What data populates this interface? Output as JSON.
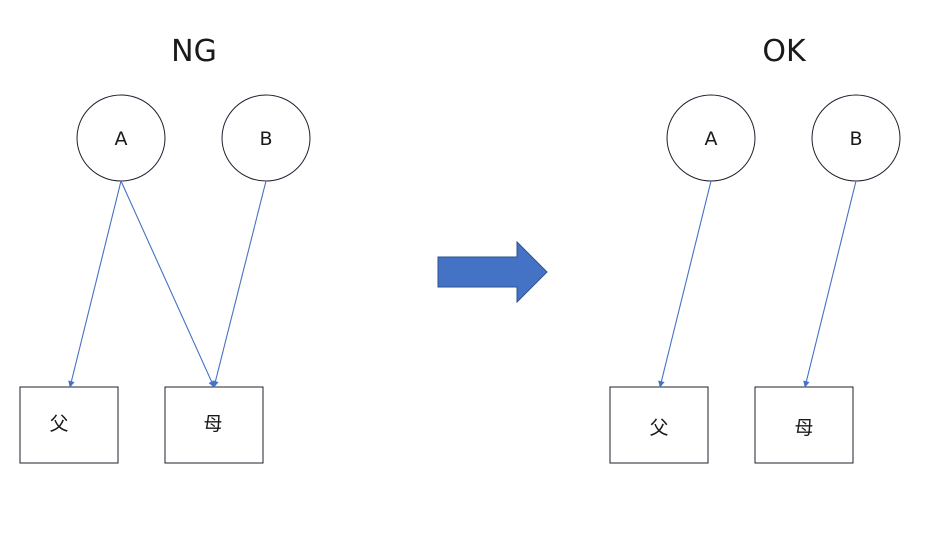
{
  "panels": {
    "left": {
      "title": "NG",
      "nodes": {
        "a": "A",
        "b": "B"
      },
      "boxes": {
        "father": "父",
        "mother": "母"
      }
    },
    "right": {
      "title": "OK",
      "nodes": {
        "a": "A",
        "b": "B"
      },
      "boxes": {
        "father": "父",
        "mother": "母"
      }
    }
  },
  "colors": {
    "edge": "#4472c4",
    "arrow_fill": "#4472c4",
    "arrow_stroke": "#2f528f",
    "outline": "#1f1f2e"
  }
}
